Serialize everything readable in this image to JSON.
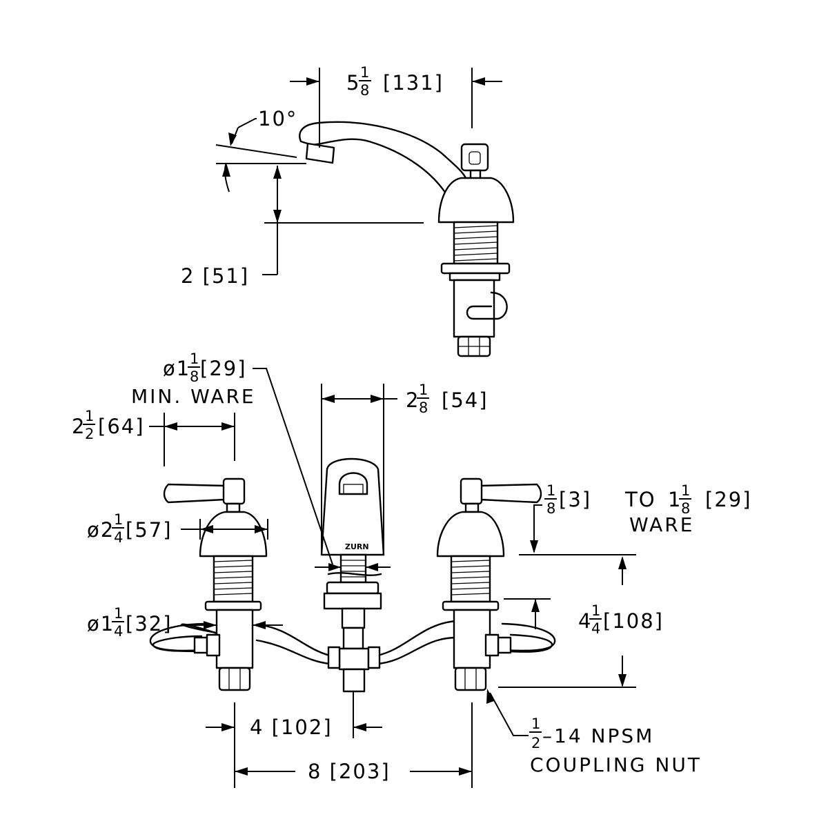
{
  "dims": {
    "spout_reach": {
      "whole": "5",
      "num": "1",
      "den": "8",
      "metric": "[131]"
    },
    "spout_angle": "10°",
    "spout_height": {
      "whole": "2",
      "metric": "[51]"
    },
    "base_diameter": {
      "prefix": "ø1",
      "num": "1",
      "den": "8",
      "metric": "[29]"
    },
    "spout_width": {
      "whole": "2",
      "num": "1",
      "den": "8",
      "metric": "[54]"
    },
    "handle_width": {
      "whole": "2",
      "num": "1",
      "den": "2",
      "metric": "[64]"
    },
    "escutcheon_diameter": {
      "prefix": "ø2",
      "num": "1",
      "den": "4",
      "metric": "[57]"
    },
    "shank_diameter": {
      "prefix": "ø1",
      "num": "1",
      "den": "4",
      "metric": "[32]"
    },
    "ware_thickness": {
      "num1": "1",
      "den1": "8",
      "metric1": "[3]",
      "to": "TO",
      "whole2": "1",
      "num2": "1",
      "den2": "8",
      "metric2": "[29]"
    },
    "shank_length": {
      "whole": "4",
      "num": "1",
      "den": "4",
      "metric": "[108]"
    },
    "half_spread": {
      "whole": "4",
      "metric": "[102]"
    },
    "full_spread": {
      "whole": "8",
      "metric": "[203]"
    },
    "thread": {
      "num": "1",
      "den": "2",
      "rest": "–14 NPSM"
    }
  },
  "labels": {
    "min_ware": "MIN. WARE",
    "ware": "WARE",
    "coupling_nut": "COUPLING NUT",
    "brand_mark": "ZURN"
  }
}
